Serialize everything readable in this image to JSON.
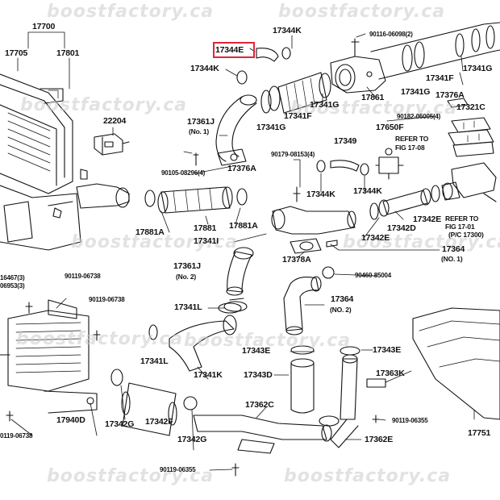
{
  "diagram": {
    "accent_color": "#e2233a",
    "highlighted_part": "17344E",
    "watermark": "boostfactory.ca",
    "labels": {
      "p17700": "17700",
      "p17705": "17705",
      "p17801": "17801",
      "p22204": "22204",
      "p17344K_top": "17344K",
      "p17344E": "17344E",
      "p17344K_left": "17344K",
      "p90116": "90116-06098(2)",
      "p17341G_a": "17341G",
      "p17341F_a": "17341F",
      "p17341G_b": "17341G",
      "p17376A_a": "17376A",
      "p17341G_c": "17341G",
      "p17341F_b": "17341F",
      "p17341G_d": "17341G",
      "p17861": "17861",
      "p90182": "90182-06005(4)",
      "p17321C": "17321C",
      "p17650F": "17650F",
      "refer1708a": "REFER TO",
      "refer1708b": "FIG 17-08",
      "p17361J_1": "17361J",
      "p17361J_1n": "(No. 1)",
      "p90105": "90105-08296(4)",
      "p17376A_b": "17376A",
      "p90179": "90179-08153(4)",
      "p17349": "17349",
      "p17344K_c": "17344K",
      "p17344K_d": "17344K",
      "p17881A_a": "17881A",
      "p17881": "17881",
      "p17881A_b": "17881A",
      "p17341I": "17341I",
      "p17342E_a": "17342E",
      "p17342D": "17342D",
      "p17342E_b": "17342E",
      "refer1701a": "REFER TO",
      "refer1701b": "FIG 17-01",
      "refer1701c": "(P/C 17300)",
      "p17378A": "17378A",
      "p17364_1": "17364",
      "p17364_1n": "(NO. 1)",
      "p17361J_2": "17361J",
      "p17361J_2n": "(No. 2)",
      "p90460": "90460-85004",
      "p90119_a": "90119-06738",
      "p16467": "16467(3)",
      "p16953": "06953(3)",
      "p90119_b": "90119-06738",
      "p17341L_a": "17341L",
      "p17364_2": "17364",
      "p17364_2n": "(NO. 2)",
      "p17341L_b": "17341L",
      "p17343E_a": "17343E",
      "p17343E_b": "17343E",
      "p17341K": "17341K",
      "p17343D": "17343D",
      "p17363K": "17363K",
      "p17940D": "17940D",
      "p17342G_a": "17342G",
      "p17342F": "17342F",
      "p17362C": "17362C",
      "p90119_c": "90119-06355",
      "p17751": "17751",
      "p90119_d": "0119-06738",
      "p17342G_b": "17342G",
      "p17362E": "17362E",
      "p90119_e": "90119-06355"
    }
  }
}
